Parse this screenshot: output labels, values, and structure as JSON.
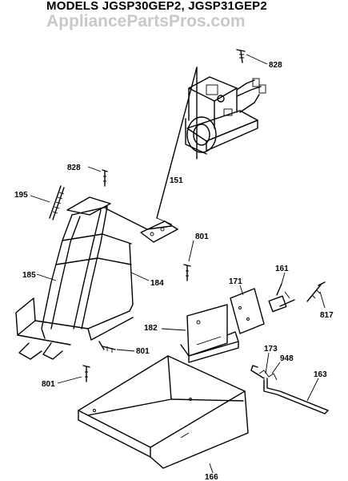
{
  "header": {
    "title": "MODELS JGSP30GEP2, JGSP31GEP2",
    "watermark": "AppliancePartsPros.com"
  },
  "parts": [
    {
      "id": "p828a",
      "label": "828"
    },
    {
      "id": "p151",
      "label": "151"
    },
    {
      "id": "p828b",
      "label": "828"
    },
    {
      "id": "p195",
      "label": "195"
    },
    {
      "id": "p801a",
      "label": "801"
    },
    {
      "id": "p185",
      "label": "185"
    },
    {
      "id": "p184",
      "label": "184"
    },
    {
      "id": "p161",
      "label": "161"
    },
    {
      "id": "p171",
      "label": "171"
    },
    {
      "id": "p817",
      "label": "817"
    },
    {
      "id": "p182",
      "label": "182"
    },
    {
      "id": "p801b",
      "label": "801"
    },
    {
      "id": "p173",
      "label": "173"
    },
    {
      "id": "p948",
      "label": "948"
    },
    {
      "id": "p801c",
      "label": "801"
    },
    {
      "id": "p163",
      "label": "163"
    },
    {
      "id": "p166",
      "label": "166"
    }
  ]
}
